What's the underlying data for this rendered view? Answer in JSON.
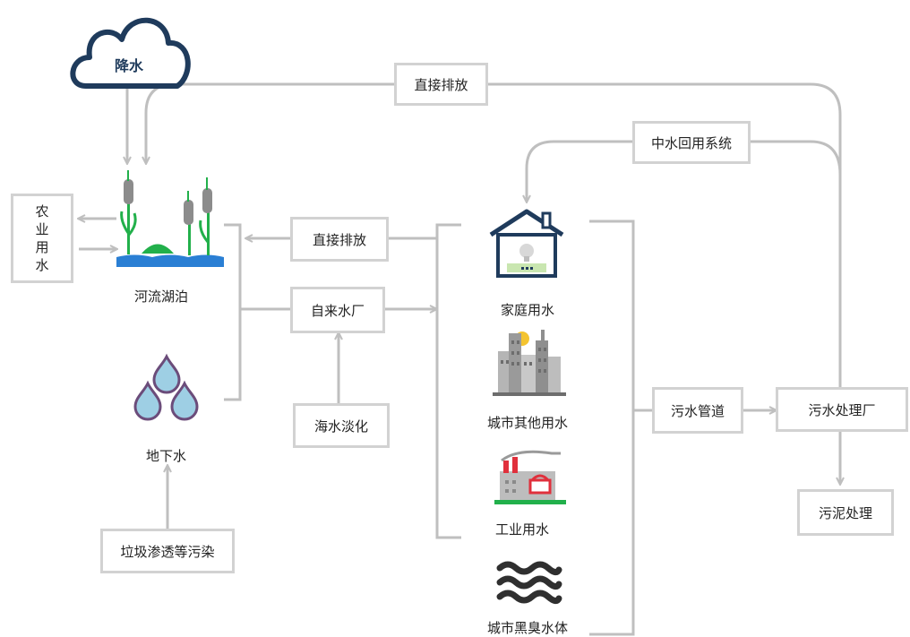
{
  "nodes": {
    "rain": "降水",
    "direct_discharge_top": "直接排放",
    "reclaimed_system": "中水回用系统",
    "agri_water": [
      "农",
      "业",
      "用",
      "水"
    ],
    "river_lake": "河流湖泊",
    "direct_discharge_mid": "直接排放",
    "water_plant": "自来水厂",
    "groundwater": "地下水",
    "desalination": "海水淡化",
    "garbage_pollution": "垃圾渗透等污染",
    "household_water": "家庭用水",
    "city_other_water": "城市其他用水",
    "industrial_water": "工业用水",
    "black_odorous_water": "城市黑臭水体",
    "sewer_pipe": "污水管道",
    "sewage_plant": "污水处理厂",
    "sludge_treatment": "污泥处理"
  },
  "colors": {
    "box_border": "#d2d2d2",
    "arrow": "#bfbfbf",
    "cloud": "#1f3b5c",
    "reed_green": "#22b04b",
    "water_blue": "#2a7fd4",
    "drop_fill": "#9ecfe4",
    "drop_stroke": "#6b4c7a",
    "house_stroke": "#1f3b5c",
    "house_accent": "#c9e6b0",
    "building_gray": "#b5b5b5",
    "factory_red": "#e0303c",
    "wave_dark": "#2f2f2f",
    "sun": "#f4c430"
  },
  "icons": [
    "cloud-icon",
    "reed-lake-icon",
    "water-drops-icon",
    "house-icon",
    "city-buildings-icon",
    "factory-icon",
    "waves-icon"
  ]
}
